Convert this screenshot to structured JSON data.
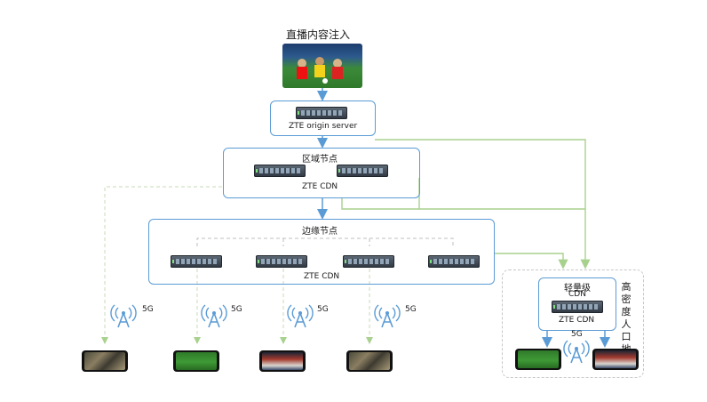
{
  "top_label": "直播内容注入",
  "origin": {
    "label": "ZTE origin server"
  },
  "regional": {
    "title": "区域节点",
    "label": "ZTE CDN"
  },
  "edge": {
    "title": "边缘节点",
    "label": "ZTE CDN"
  },
  "light": {
    "title": "轻量级",
    "cdn": "CDN",
    "label": "ZTE CDN",
    "area": "高密度人口地区"
  },
  "signal_label": "5G",
  "colors": {
    "box_border": "#5b9bd5",
    "arrow_blue": "#5b9bd5",
    "arrow_green": "#a9d18e",
    "dashed_gray": "#bfbfbf"
  }
}
